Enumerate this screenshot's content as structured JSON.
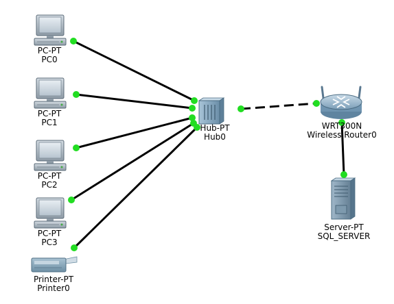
{
  "devices": [
    {
      "id": "pc0",
      "type": "PC-PT",
      "name": "PC0"
    },
    {
      "id": "pc1",
      "type": "PC-PT",
      "name": "PC1"
    },
    {
      "id": "pc2",
      "type": "PC-PT",
      "name": "PC2"
    },
    {
      "id": "pc3",
      "type": "PC-PT",
      "name": "PC3"
    },
    {
      "id": "printer0",
      "type": "Printer-PT",
      "name": "Printer0"
    },
    {
      "id": "hub0",
      "type": "Hub-PT",
      "name": "Hub0"
    },
    {
      "id": "router0",
      "type": "WRT300N",
      "name": "Wireless Router0"
    },
    {
      "id": "server0",
      "type": "Server-PT",
      "name": "SQL_SERVER"
    }
  ],
  "links": [
    {
      "from": "pc0",
      "to": "hub0",
      "style": "solid"
    },
    {
      "from": "pc1",
      "to": "hub0",
      "style": "solid"
    },
    {
      "from": "pc2",
      "to": "hub0",
      "style": "solid"
    },
    {
      "from": "pc3",
      "to": "hub0",
      "style": "solid"
    },
    {
      "from": "printer0",
      "to": "hub0",
      "style": "solid"
    },
    {
      "from": "hub0",
      "to": "router0",
      "style": "dashed"
    },
    {
      "from": "router0",
      "to": "server0",
      "style": "solid"
    }
  ],
  "link_color": "#000000",
  "port_color": "#22dd22"
}
